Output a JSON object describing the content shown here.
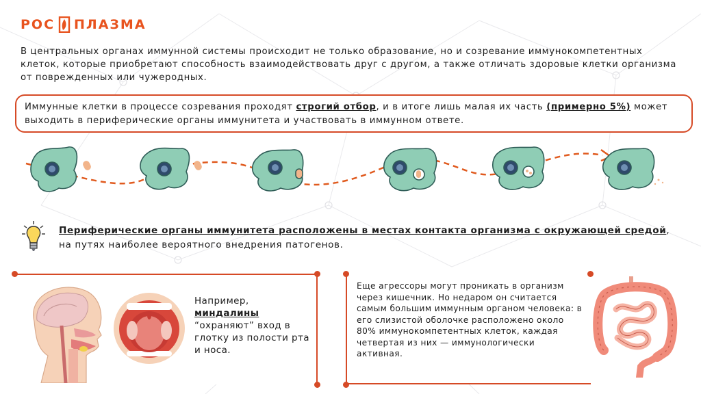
{
  "logo": {
    "left_text": "РОС",
    "right_text": "ПЛАЗМА",
    "brand_color": "#e8531e"
  },
  "intro": {
    "text": "В центральных органах иммунной системы происходит не только образование, но и созревание иммунокомпетентных клеток, которые приобретают способность взаимодействовать друг с другом, а также отличать здоровые клетки организма от поврежденных или чужеродных."
  },
  "callout": {
    "part1": "Иммунные клетки в процессе созревания проходят ",
    "emphasis1": "строгий отбор",
    "part2": ", и в итоге лишь малая их часть ",
    "emphasis2": "(примерно 5%)",
    "part3": " может выходить в периферические органы иммунитета и участвовать в иммунном ответе."
  },
  "peripheral": {
    "emphasis": "Периферические органы иммунитета расположены в местах контакта организма с окружающей средой",
    "rest": ", на путях наиболее вероятного внедрения патогенов.",
    "icon": "lightbulb-icon"
  },
  "example": {
    "line1": "Например,",
    "emphasis": "миндалины",
    "rest": "“охраняют” вход в глотку из полости рта и носа."
  },
  "gut": {
    "text": "Еще агрессоры могут проникать в организм через кишечник. Но недаром он считается самым большим иммунным органом человека: в его слизистой оболочке расположено около 80% иммунокомпетентных клеток, каждая четвертая из них — иммунологически активная."
  },
  "colors": {
    "accent": "#d64a26",
    "cell_fill": "#8fcdb5",
    "cell_stroke": "#2f5d57",
    "nucleus": "#2f4a6b"
  }
}
